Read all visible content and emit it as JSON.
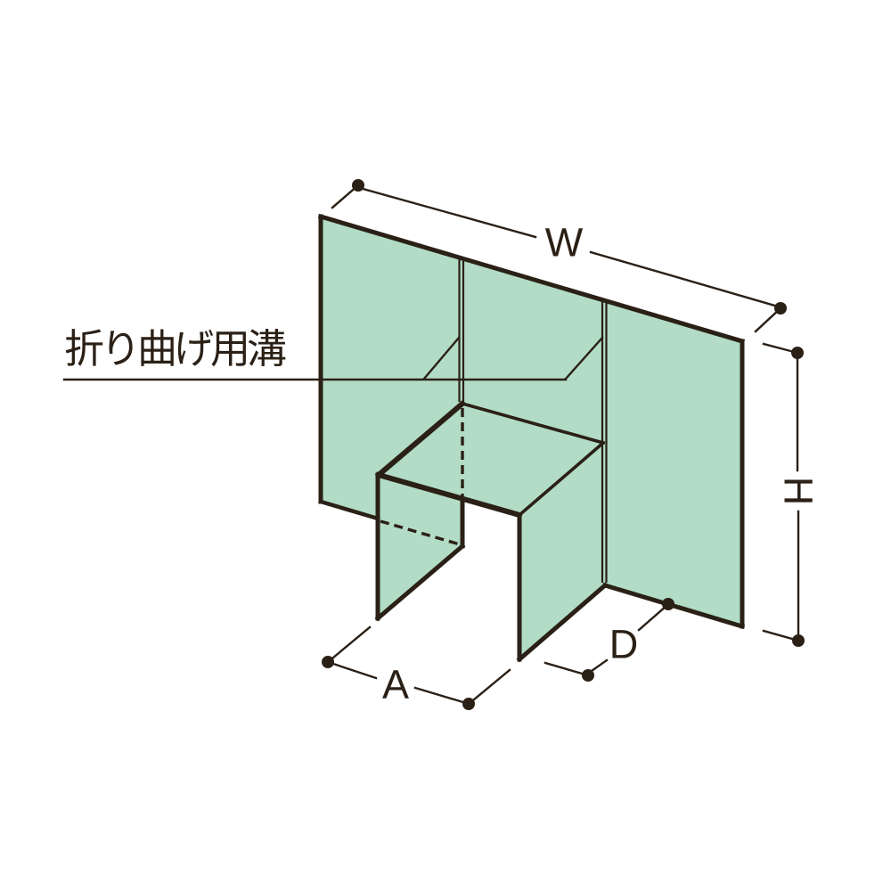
{
  "annotation": {
    "label": "折り曲げ用溝"
  },
  "dimensions": {
    "w": "W",
    "h": "H",
    "a": "A",
    "d": "D"
  },
  "colors": {
    "panel_fill": "#b2dcc5",
    "line": "#2b2016",
    "background": "#ffffff"
  }
}
